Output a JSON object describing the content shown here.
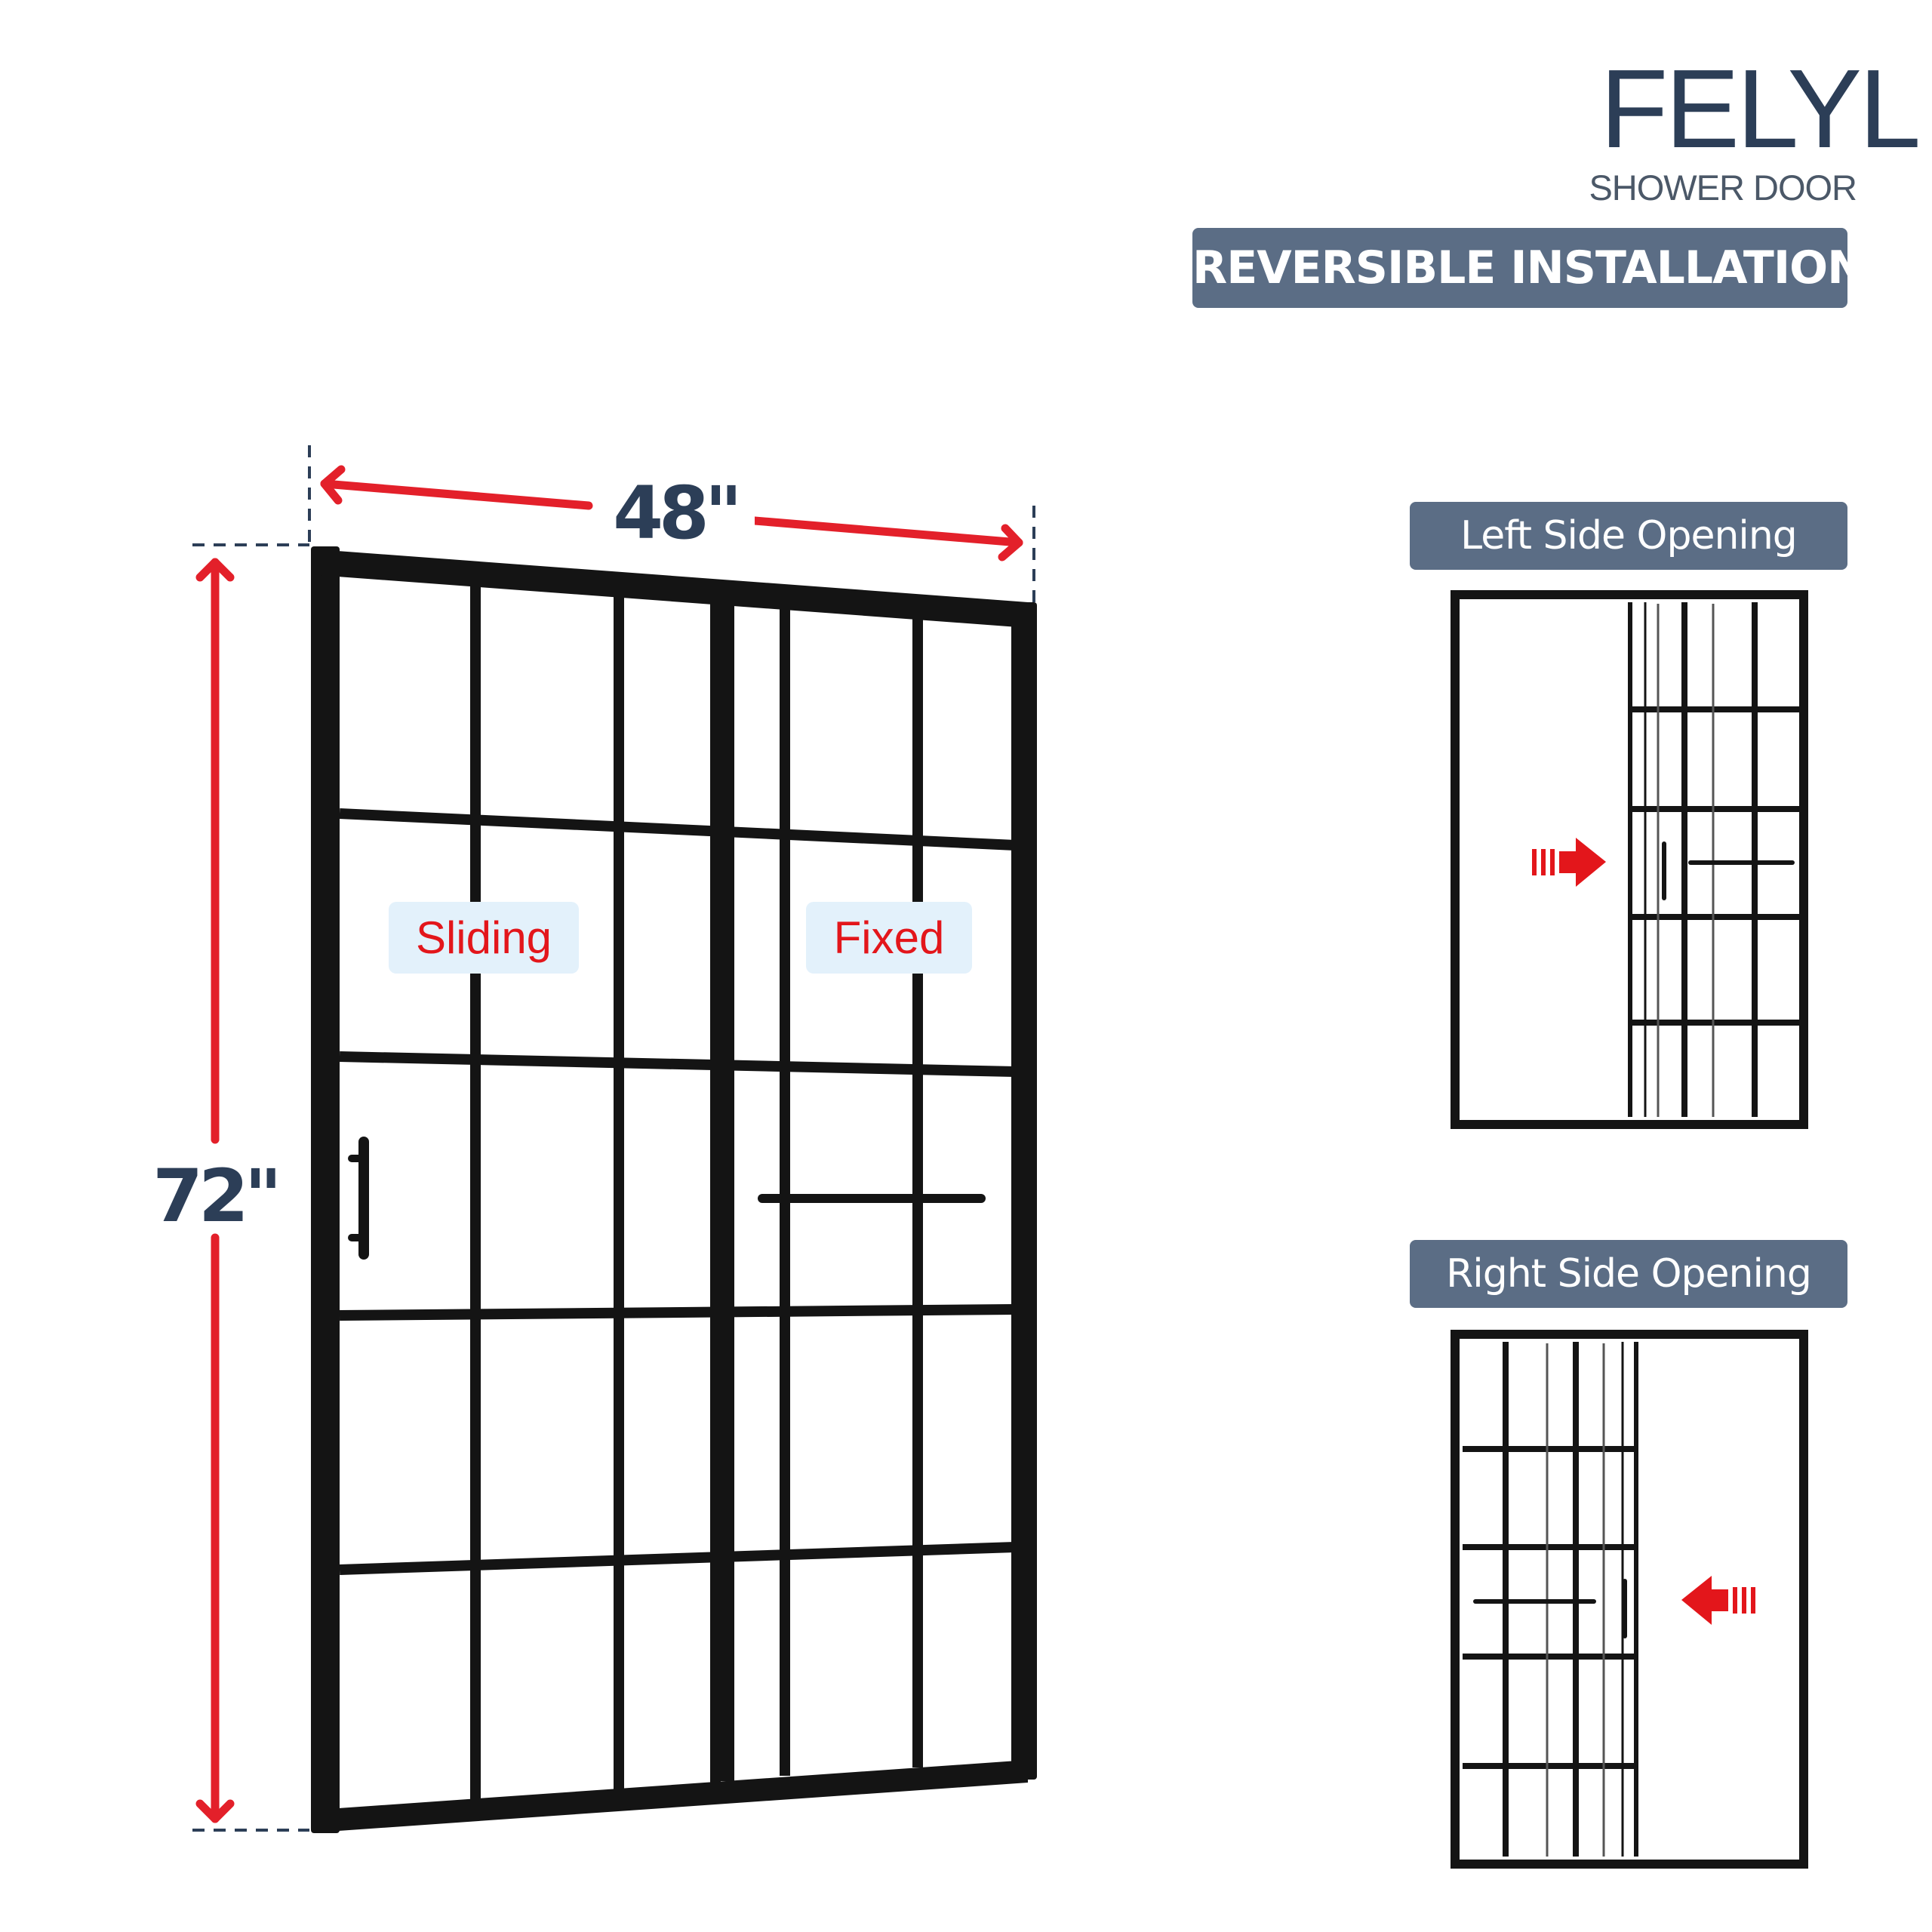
{
  "brand": {
    "name": "FELYL",
    "subtitle": "SHOWER DOOR"
  },
  "main_tag": "REVERSIBLE INSTALLATION",
  "dimensions": {
    "width": "48\"",
    "height": "72\""
  },
  "panels": {
    "sliding": "Sliding",
    "fixed": "Fixed"
  },
  "options": {
    "left": "Left Side Opening",
    "right": "Right Side Opening"
  },
  "colors": {
    "navy": "#2c3e57",
    "tag_bg": "#5b6d85",
    "arrow_red": "#e3161b",
    "frame_black": "#141414",
    "label_bg": "#e3f1fb"
  }
}
